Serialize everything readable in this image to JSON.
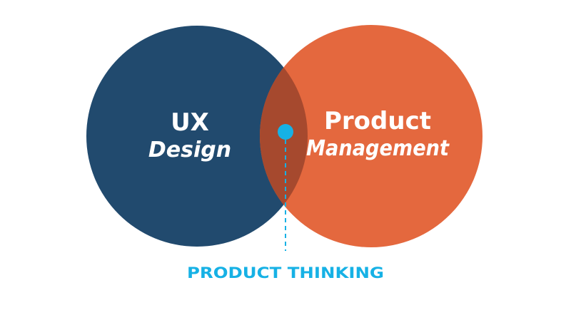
{
  "venn": {
    "left_circle": {
      "line1": "UX",
      "line2": "Design",
      "color": "#214a6e"
    },
    "right_circle": {
      "line1": "Product",
      "line2": "Management",
      "color": "#e4683e"
    },
    "overlap_color": "#a6492e",
    "intersection": {
      "label": "PRODUCT THINKING",
      "color": "#16b1e5"
    }
  }
}
